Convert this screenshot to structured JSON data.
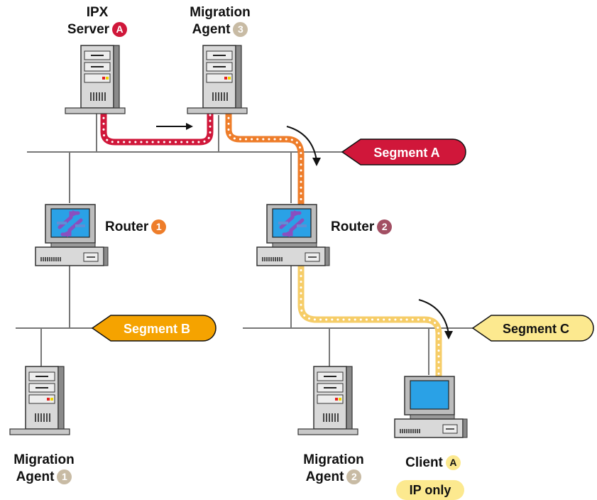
{
  "labels": {
    "ipx_server": {
      "line1": "IPX",
      "line2": "Server",
      "badge": "A"
    },
    "agent3": {
      "line1": "Migration",
      "line2": "Agent",
      "badge": "3"
    },
    "router1": {
      "text": "Router",
      "badge": "1"
    },
    "router2": {
      "text": "Router",
      "badge": "2"
    },
    "agent1": {
      "line1": "Migration",
      "line2": "Agent",
      "badge": "1"
    },
    "agent2": {
      "line1": "Migration",
      "line2": "Agent",
      "badge": "2"
    },
    "client": {
      "text": "Client",
      "badge": "A",
      "tag": "IP only"
    }
  },
  "segments": {
    "a": "Segment A",
    "b": "Segment B",
    "c": "Segment C"
  },
  "colors": {
    "red": "#d0173a",
    "orange_badge": "#ee7d2a",
    "amber": "#f5a300",
    "yellow": "#fce98f",
    "mauve": "#a24f63",
    "tan": "#c8bba4",
    "screen": "#2aa1e6"
  }
}
